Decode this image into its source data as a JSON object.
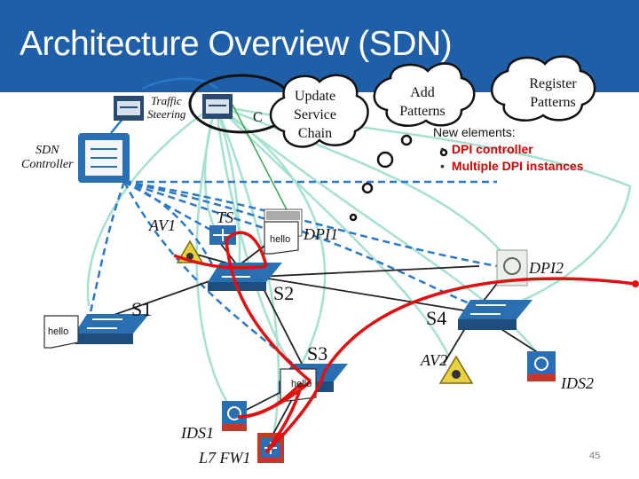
{
  "title": "Architecture Overview (SDN)",
  "labels": {
    "traffic_steering_1": "Traffic",
    "traffic_steering_2": "Steering",
    "co_fragment": "C",
    "sdn_controller_1": "SDN",
    "sdn_controller_2": "Controller",
    "av1": "AV1",
    "ts": "TS",
    "dpi1": "DPI1",
    "dpi2": "DPI2",
    "s1": "S1",
    "s2": "S2",
    "s3": "S3",
    "s4": "S4",
    "av2": "AV2",
    "ids1": "IDS1",
    "ids2": "IDS2",
    "l7fw1": "L7 FW1"
  },
  "clouds": {
    "update": [
      "Update",
      "Service",
      "Chain"
    ],
    "add": [
      "Add",
      "Patterns"
    ],
    "register": [
      "Register",
      "Patterns"
    ]
  },
  "note": {
    "heading": "New elements:",
    "items": [
      "DPI controller",
      "Multiple DPI instances"
    ]
  },
  "packets": {
    "p1": "hello",
    "p2": "hello",
    "p3": "hello"
  },
  "page_number": "45",
  "colors": {
    "title_bg": "#1f5fa8",
    "control_link": "#2a78c8",
    "data_link": "#a6e0d0",
    "flow": "#e01010",
    "device": "#2b6fb3"
  }
}
